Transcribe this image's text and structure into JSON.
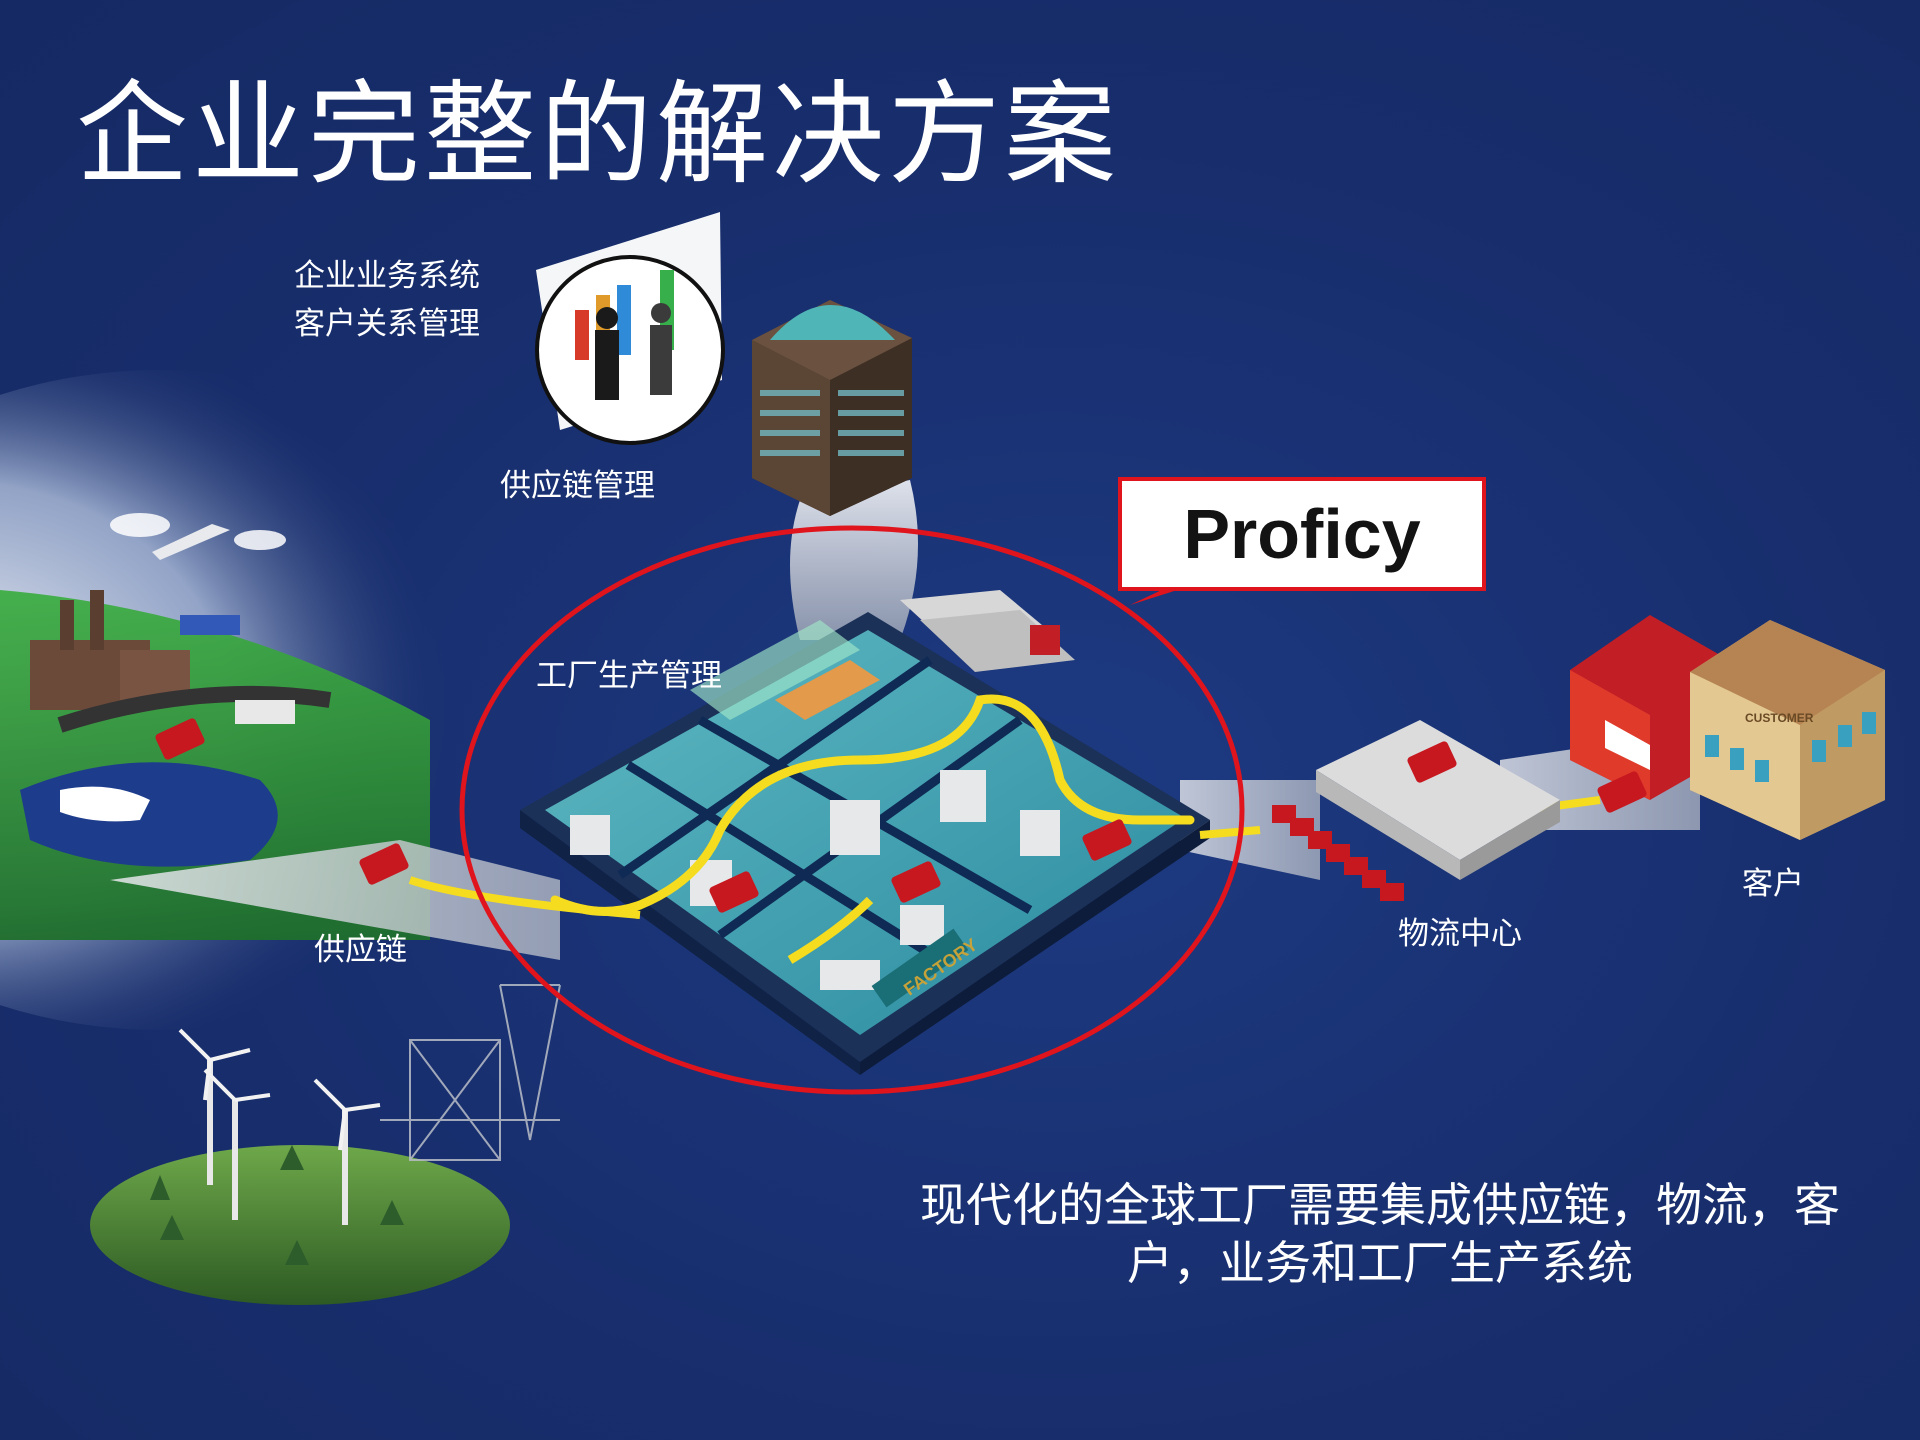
{
  "title": "企业完整的解决方案",
  "labels": {
    "enterprise_system": "企业业务系统",
    "crm": "客户关系管理",
    "scm": "供应链管理",
    "factory_mgmt": "工厂生产管理",
    "supply_chain": "供应链",
    "logistics": "物流中心",
    "customer": "客户"
  },
  "callout": {
    "text": "Proficy"
  },
  "caption": {
    "line1": "现代化的全球工厂需要集成供应链，物流，客",
    "line2": "户，业务和工厂生产系统"
  },
  "signs": {
    "factory": "FACTORY",
    "customer": "CUSTOMER"
  },
  "colors": {
    "background": "#182e6d",
    "highlight": "#e0141c",
    "flow": "#f5dc1e",
    "glow": "#c9ced6"
  }
}
